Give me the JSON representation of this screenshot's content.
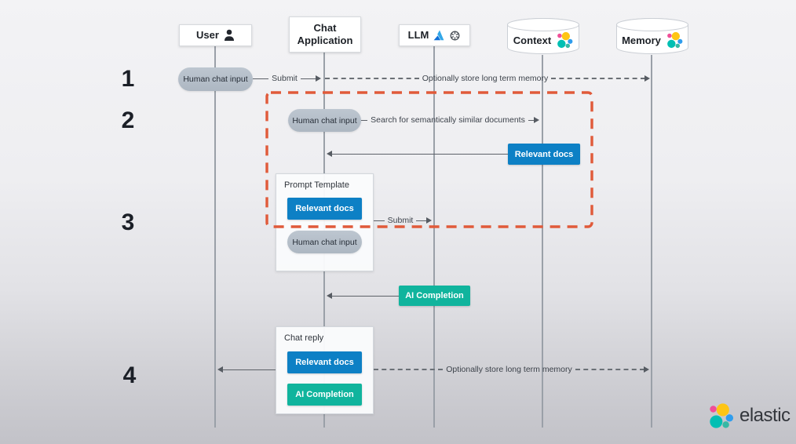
{
  "actors": {
    "user": "User",
    "chat_application": "Chat Application",
    "llm": "LLM",
    "context": "Context",
    "memory": "Memory"
  },
  "steps": {
    "one": "1",
    "two": "2",
    "three": "3",
    "four": "4"
  },
  "messages": {
    "human_chat_input": "Human chat input",
    "submit": "Submit",
    "store_long_term_memory": "Optionally store long term memory",
    "search_similar_docs": "Search for semantically similar documents",
    "relevant_docs": "Relevant docs",
    "ai_completion": "AI Completion"
  },
  "groups": {
    "prompt_template": "Prompt Template",
    "chat_reply": "Chat reply"
  },
  "brand": {
    "wordmark": "elastic"
  },
  "icons": {
    "user": "person-icon",
    "llm_providers": [
      "azure-icon",
      "openai-icon"
    ],
    "datastore": "elastic-logo-icon"
  },
  "colors": {
    "accent_blue": "#0d80c5",
    "accent_teal": "#10b49d",
    "highlight_orange": "#e05a3a",
    "pill_gray": "#b7c0ca",
    "lifeline_gray": "#9aa0a8"
  }
}
